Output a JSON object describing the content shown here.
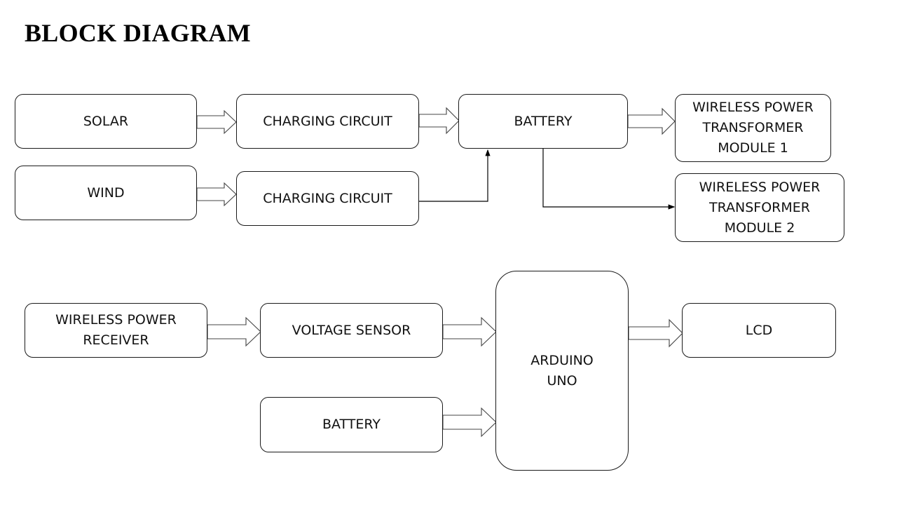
{
  "title": "BLOCK DIAGRAM",
  "blocks": {
    "solar": "SOLAR",
    "wind": "WIND",
    "charging_circuit_1": "CHARGING CIRCUIT",
    "charging_circuit_2": "CHARGING CIRCUIT",
    "battery_top": "BATTERY",
    "wpt_module_1": "WIRELESS POWER\nTRANSFORMER\nMODULE 1",
    "wpt_module_2": "WIRELESS POWER\nTRANSFORMER\nMODULE 2",
    "wireless_receiver": "WIRELESS POWER\nRECEIVER",
    "voltage_sensor": "VOLTAGE SENSOR",
    "battery_bottom": "BATTERY",
    "arduino": "ARDUINO\nUNO",
    "lcd": "LCD"
  },
  "connections": [
    {
      "from": "SOLAR",
      "to": "CHARGING CIRCUIT",
      "style": "block-arrow"
    },
    {
      "from": "WIND",
      "to": "CHARGING CIRCUIT",
      "style": "block-arrow"
    },
    {
      "from": "CHARGING CIRCUIT",
      "to": "BATTERY",
      "style": "block-arrow"
    },
    {
      "from": "CHARGING CIRCUIT (2)",
      "to": "BATTERY",
      "style": "line-arrow"
    },
    {
      "from": "BATTERY",
      "to": "WIRELESS POWER TRANSFORMER MODULE 1",
      "style": "block-arrow"
    },
    {
      "from": "BATTERY",
      "to": "WIRELESS POWER TRANSFORMER MODULE 2",
      "style": "line-arrow"
    },
    {
      "from": "WIRELESS POWER RECEIVER",
      "to": "VOLTAGE SENSOR",
      "style": "block-arrow"
    },
    {
      "from": "VOLTAGE SENSOR",
      "to": "ARDUINO UNO",
      "style": "block-arrow"
    },
    {
      "from": "BATTERY (bottom)",
      "to": "ARDUINO UNO",
      "style": "block-arrow"
    },
    {
      "from": "ARDUINO UNO",
      "to": "LCD",
      "style": "block-arrow"
    }
  ]
}
